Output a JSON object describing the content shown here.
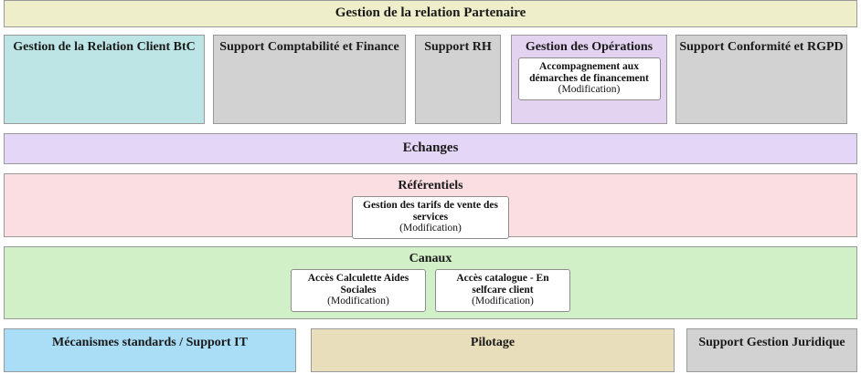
{
  "banner": {
    "title": "Gestion de la relation Partenaire",
    "color": "#eeeecb"
  },
  "domains": [
    {
      "title": "Gestion de la Relation Client BtC",
      "color": "#bde5e5",
      "leaves": []
    },
    {
      "title": "Support Comptabilité et Finance",
      "color": "#d2d2d2",
      "leaves": []
    },
    {
      "title": "Support RH",
      "color": "#d2d2d2",
      "leaves": []
    },
    {
      "title": "Gestion des Opérations",
      "color": "#e3d2f0",
      "leaves": [
        {
          "label": "Accompagnement aux démarches de financement",
          "state": "(Modification)"
        }
      ]
    },
    {
      "title": "Support Conformité et RGPD",
      "color": "#d2d2d2",
      "leaves": []
    }
  ],
  "echanges": {
    "title": "Echanges",
    "color": "#e4d6f6"
  },
  "referentiels": {
    "title": "Référentiels",
    "color": "#fadee1",
    "leaves": [
      {
        "label": "Gestion des tarifs de vente des services",
        "state": "(Modification)"
      }
    ]
  },
  "canaux": {
    "title": "Canaux",
    "color": "#d2f0c8",
    "leaves": [
      {
        "label": "Accès Calculette Aides Sociales",
        "state": "(Modification)"
      },
      {
        "label": "Accès catalogue - En selfcare client",
        "state": "(Modification)"
      }
    ]
  },
  "bottom": [
    {
      "title": "Mécanismes standards / Support IT",
      "color": "#aadef7"
    },
    {
      "title": "Pilotage",
      "color": "#e8debb"
    },
    {
      "title": "Support Gestion Juridique",
      "color": "#d2d2d2"
    }
  ]
}
